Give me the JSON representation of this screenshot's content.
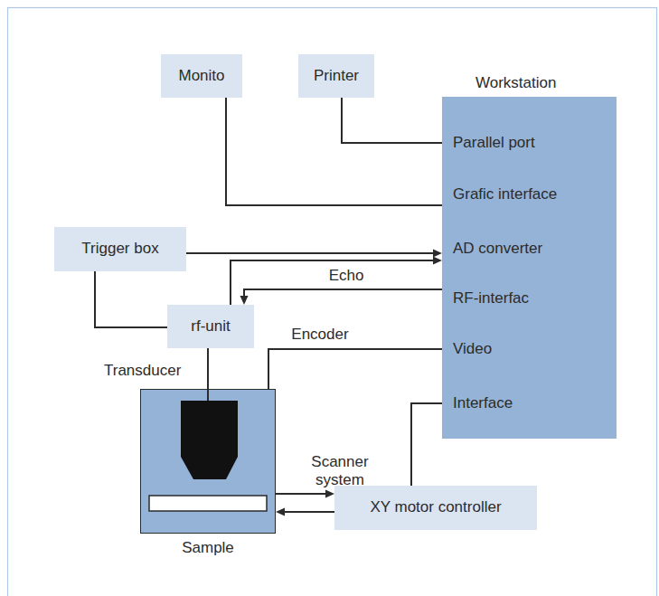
{
  "diagram": {
    "nodes": [
      {
        "text": [
          "Monito"
        ]
      },
      {
        "text": [
          "Printer"
        ]
      },
      {
        "text": [
          "Workstation",
          "Parallel port",
          "Grafic interface",
          "AD converter",
          "RF-interfac",
          "Video",
          "Interface"
        ]
      },
      {
        "text": [
          "Trigger box"
        ]
      },
      {
        "text": [
          "rf-unit"
        ]
      },
      {
        "text": [
          "Scanner system"
        ]
      },
      {
        "text": [
          "XY motor controller"
        ]
      }
    ],
    "edges": [
      {
        "from": 1,
        "to": 2,
        "arrow": "none"
      },
      {
        "from": 0,
        "to": 2,
        "arrow": "none"
      },
      {
        "from": 3,
        "to": 2,
        "arrow": "to"
      },
      {
        "from": 4,
        "to": 2,
        "arrow": "to"
      },
      {
        "from": 2,
        "to": 4,
        "arrow": "to",
        "label": "Echo"
      },
      {
        "from": 3,
        "to": 4,
        "arrow": "none"
      },
      {
        "from": 4,
        "to": 5,
        "arrow": "none"
      },
      {
        "from": 5,
        "to": 2,
        "arrow": "none",
        "label": "Encoder"
      },
      {
        "from": 6,
        "to": 2,
        "arrow": "none"
      },
      {
        "from": 5,
        "to": 6,
        "arrow": "to"
      },
      {
        "from": 6,
        "to": 5,
        "arrow": "to"
      }
    ],
    "labels": [
      "Transducer",
      "Sample"
    ]
  }
}
